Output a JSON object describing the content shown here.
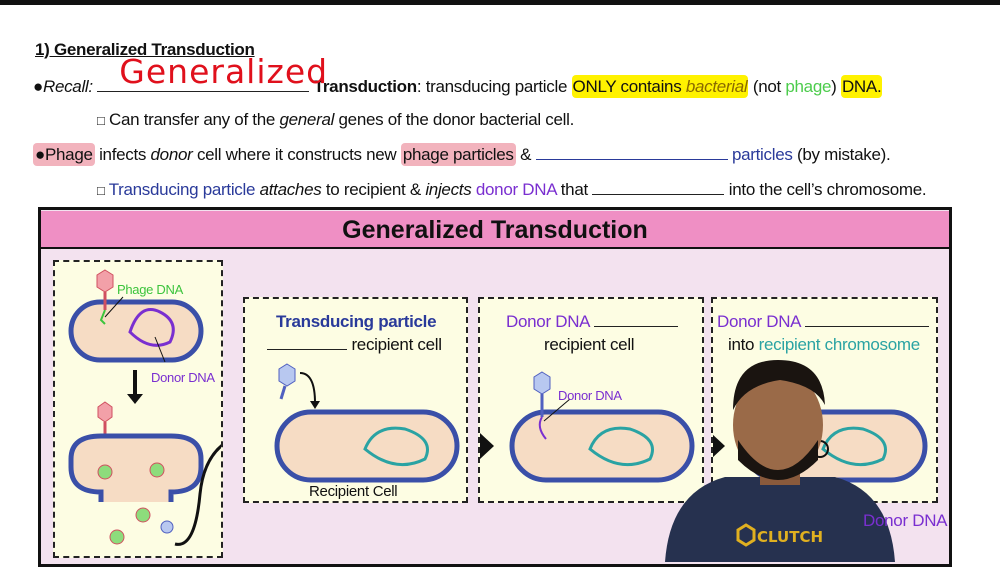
{
  "heading": "1) Generalized Transduction",
  "recall": {
    "bullet": "●",
    "label": "Recall:",
    "handwritten": "Generalized",
    "term": "Transduction",
    "rest1": ": transducing particle ",
    "only": "ONLY contains ",
    "bacterial": "bacterial",
    "notp": " (not ",
    "phage": "phage",
    ")": ")",
    "dna": "DNA."
  },
  "sub1": {
    "box": "□",
    "a": "Can transfer any of the ",
    "general": "general",
    "b": " genes of the donor bacterial cell."
  },
  "line2": {
    "bullet": "●",
    "phage": "Phage",
    "a": " infects ",
    "donor": "donor",
    "b": " cell where it constructs new ",
    "pp": "phage particles",
    "c": " & ",
    "particles": "particles",
    "d": " (by mistake)."
  },
  "sub2": {
    "box": "□",
    "tp": "Transducing particle",
    "attaches": "attaches",
    "a": " to recipient & ",
    "injects": "injects",
    "donor": "donor DNA",
    "b": " that ",
    "c": " into the cell’s chromosome."
  },
  "diagram": {
    "title": "Generalized Transduction",
    "panel1": {
      "phage_dna": "Phage DNA",
      "donor_dna": "Donor DNA"
    },
    "panel2": {
      "title": "Transducing particle",
      "sub": "recipient cell",
      "caption": "Recipient Cell"
    },
    "panel3": {
      "title": "Donor DNA",
      "sub": "recipient cell",
      "label": "Donor DNA"
    },
    "panel4": {
      "title": "Donor DNA",
      "into": "into ",
      "chrom": "recipient chromosome",
      "label": "Donor DNA"
    }
  },
  "shirt_logo": "CLUTCH",
  "colors": {
    "highlight_yellow": "#fff200",
    "highlight_pink": "#f2b3bd",
    "header_pink": "#ef8fc4",
    "blue": "#2a3a9a",
    "purple": "#7a2fd0",
    "teal": "#2aa3a3",
    "green": "#3cc43c",
    "handwriting": "#e0101c"
  }
}
